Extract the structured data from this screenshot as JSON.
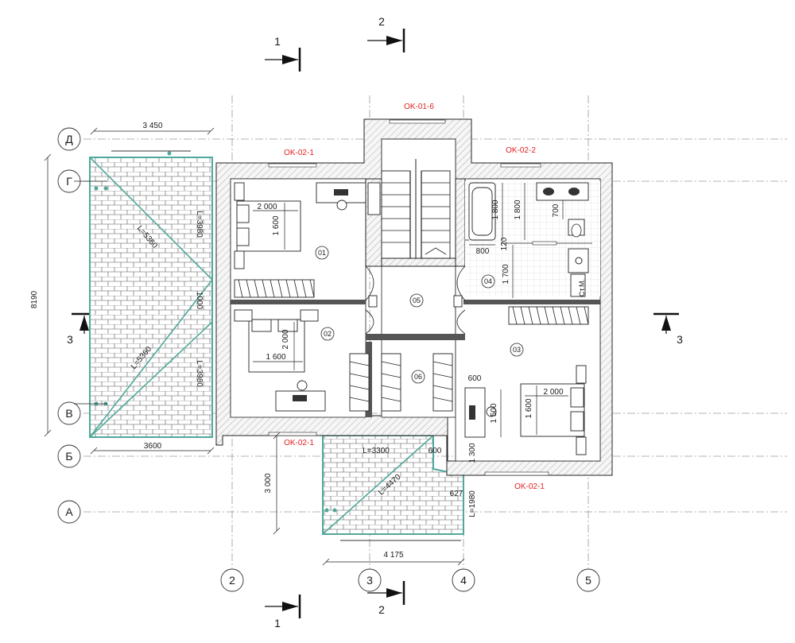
{
  "axes": {
    "rows": [
      "Д",
      "Г",
      "В",
      "Б",
      "А"
    ],
    "cols": [
      "2",
      "3",
      "4",
      "5"
    ]
  },
  "sections": {
    "s1": "1",
    "s2": "2",
    "s3": "3",
    "s1_inner": "1"
  },
  "windows": {
    "ok_01_6": "OK-01-6",
    "ok_02_1_top": "OK-02-1",
    "ok_02_2": "OK-02-2",
    "ok_02_1_bottom_left": "OK-02-1",
    "ok_02_1_bottom_right": "OK-02-1"
  },
  "rooms": [
    "01",
    "02",
    "03",
    "04",
    "05",
    "06"
  ],
  "dimensions": {
    "top_3450": "3 450",
    "left_8190": "8190",
    "bottom_3600": "3600",
    "left_3000": "3 000",
    "bottom_4175": "4 175",
    "roof_L3980_top": "L=3980",
    "roof_L5360_top": "L=5360",
    "roof_1000": "1000",
    "roof_L5360_bottom": "L=5360",
    "roof_L3980_bottom": "L=3980",
    "roof_L3300": "L=3300",
    "roof_L4470": "L=4470",
    "d600_roof": "600",
    "d627": "627",
    "dL1980": "L=1980",
    "d1300": "1 300",
    "bed1_w": "2 000",
    "bed1_h": "1 600",
    "bed2_w": "1 600",
    "bed2_h": "2 000",
    "bed3_w": "2 000",
    "bed3_h": "1 600",
    "bath_1800_a": "1 800",
    "bath_1800_b": "1 800",
    "d700": "700",
    "d800": "800",
    "d120": "120",
    "d1700": "1 700",
    "d600_room3": "600",
    "d1500": "1 500",
    "st_m": "Ст.М."
  }
}
